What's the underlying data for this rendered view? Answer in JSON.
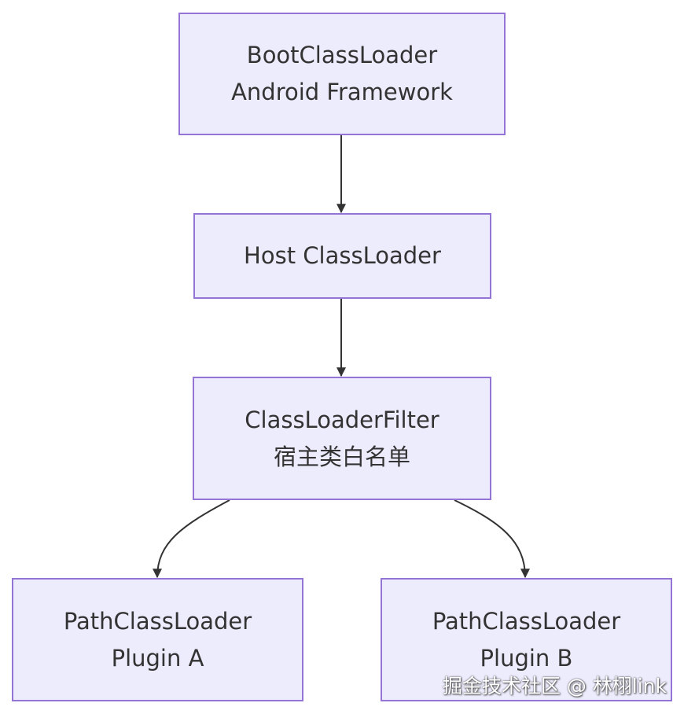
{
  "nodes": {
    "boot": {
      "line1": "BootClassLoader",
      "line2": "Android Framework"
    },
    "host": {
      "line1": "Host ClassLoader"
    },
    "filter": {
      "line1": "ClassLoaderFilter",
      "line2": "宿主类白名单"
    },
    "plugin_a": {
      "line1": "PathClassLoader",
      "line2": "Plugin A"
    },
    "plugin_b": {
      "line1": "PathClassLoader",
      "line2": "Plugin B"
    }
  },
  "edges": [
    {
      "from": "boot",
      "to": "host"
    },
    {
      "from": "host",
      "to": "filter"
    },
    {
      "from": "filter",
      "to": "plugin_a"
    },
    {
      "from": "filter",
      "to": "plugin_b"
    }
  ],
  "watermark": "掘金技术社区 @ 林栩link",
  "colors": {
    "node_fill": "#ececfd",
    "node_border": "#9474d4",
    "edge": "#333333",
    "text": "#333333"
  }
}
